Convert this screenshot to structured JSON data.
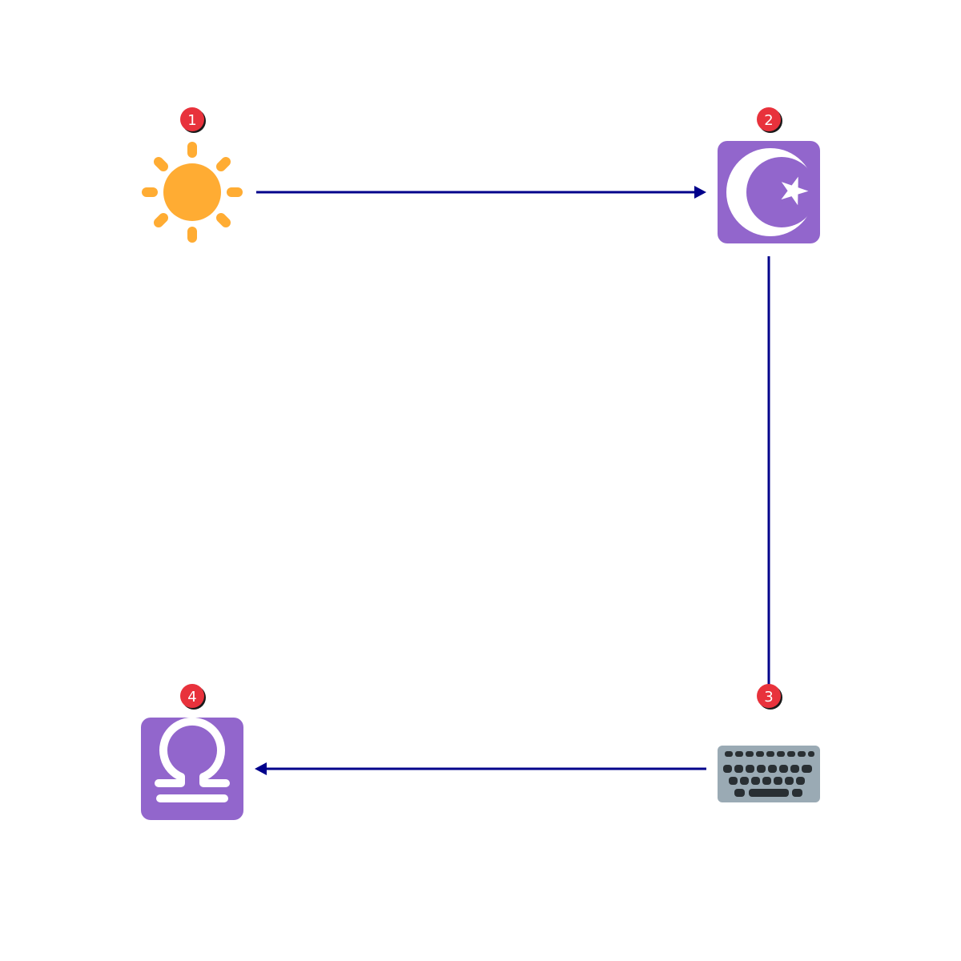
{
  "colors": {
    "background": "#ffffff",
    "edge": "#00008b",
    "badge_fill": "#e8323c",
    "badge_text": "#ffffff",
    "sun": "#ffac33",
    "purple_tile": "#9266cc",
    "tile_symbol": "#ffffff",
    "keyboard_body": "#9aaab4",
    "keyboard_keys": "#292f33"
  },
  "nodes": [
    {
      "id": "sun",
      "icon": "sun-icon",
      "badge": "1"
    },
    {
      "id": "star-crescent",
      "icon": "star-and-crescent-icon",
      "badge": "2"
    },
    {
      "id": "keyboard",
      "icon": "keyboard-icon",
      "badge": "3"
    },
    {
      "id": "libra",
      "icon": "libra-icon",
      "badge": "4"
    }
  ],
  "edges": [
    {
      "from": "sun",
      "to": "star-crescent",
      "arrowhead": "end"
    },
    {
      "from": "star-crescent",
      "to": "keyboard",
      "arrowhead": "none"
    },
    {
      "from": "keyboard",
      "to": "libra",
      "arrowhead": "end"
    }
  ]
}
